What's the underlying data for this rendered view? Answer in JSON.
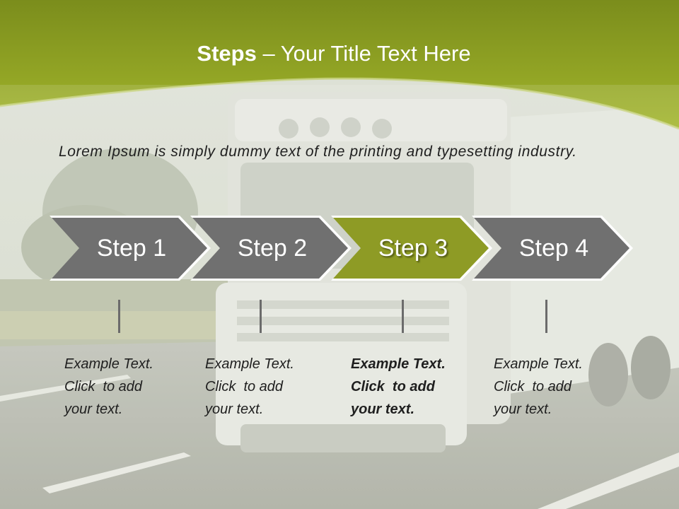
{
  "slide": {
    "title_bold": "Steps",
    "title_rest": " – Your Title Text Here",
    "intro": "Lorem Ipsum is simply dummy text of the printing and typesetting industry.",
    "steps": [
      {
        "label": "Step 1",
        "desc": [
          "Example Text.",
          "Click  to add",
          "your text."
        ]
      },
      {
        "label": "Step 2",
        "desc": [
          "Example Text.",
          "Click  to add",
          "your text."
        ]
      },
      {
        "label": "Step 3",
        "desc": [
          "Example Text.",
          "Click  to add",
          "your text."
        ]
      },
      {
        "label": "Step 4",
        "desc": [
          "Example Text.",
          "Click  to add",
          "your text."
        ]
      }
    ],
    "active_step_label": "Step 3"
  },
  "colors": {
    "header_green": "#9aac26",
    "step_gray": "#707070",
    "step_active": "#8e9b25",
    "text_dark": "#1f1f1f"
  },
  "icons": {
    "background": "truck-photo"
  }
}
